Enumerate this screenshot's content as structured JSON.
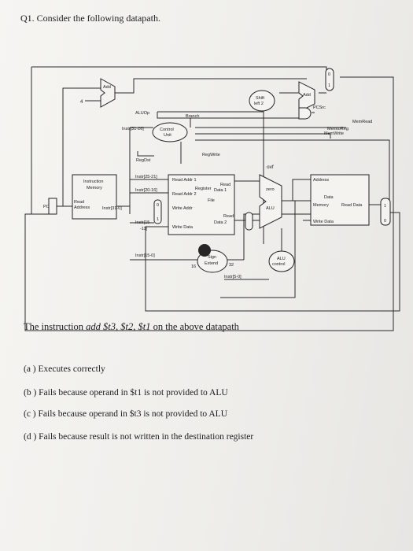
{
  "question": {
    "title": "Q1. Consider the following datapath.",
    "stem_prefix": "The instruction ",
    "instruction": "add $t3, $t2, $t1",
    "stem_suffix": " on the above datapath",
    "options": [
      "(a ) Executes correctly",
      "(b ) Fails because operand in $t1 is not provided to ALU",
      "(c ) Fails because operand in $t3 is not provided to ALU",
      "(d ) Fails because result is not written in the destination register"
    ]
  },
  "datapath": {
    "add_top": "Add",
    "four": "4",
    "add_right": "Add",
    "shift_left_1": "Shift",
    "shift_left_2": "left 2",
    "pcsrc": "PCSrc",
    "mux_top_0": "0",
    "mux_top_1": "1",
    "aluop": "ALUOp",
    "branch": "Branch",
    "memread": "MemRead",
    "memtoreg": "MemtoReg",
    "memwrite": "MemWrite",
    "instr_31_26": "Instr[31-26]",
    "control_1": "Control",
    "control_2": "Unit",
    "regwrite": "RegWrite",
    "regdst": "RegDst",
    "ovf": "ovf",
    "instr_mem_1": "Instruction",
    "instr_mem_2": "Memory",
    "pc": "PC",
    "read_addr_1": "Read",
    "read_addr_2": "Address",
    "instr_31_0": "Instr[31-0]",
    "instr_25_21": "Instr[25-21]",
    "instr_20_16": "Instr[20-16]",
    "instr_15_11a": "Instr[15",
    "instr_15_11b": "-11]",
    "rf_read_addr_1": "Read Addr 1",
    "rf_register": "Register",
    "rf_read_addr_2": "Read Addr 2",
    "rf_file": "File",
    "rf_write_addr": "Write Addr",
    "rf_write_data": "Write Data",
    "rf_read_data_1a": "Read",
    "rf_read_data_1b": "Data 1",
    "rf_read_data_2a": "Read",
    "rf_read_data_2b": "Data 2",
    "mux_rd_0": "0",
    "mux_rd_1": "1",
    "zero": "zero",
    "alu": "ALU",
    "dm_address": "Address",
    "dm_data": "Data",
    "dm_memory": "Memory",
    "dm_read_data": "Read Data",
    "dm_write_data": "Write Data",
    "mux_wb_1": "1",
    "mux_wb_0": "0",
    "instr_15_0": "Instr[15-0]",
    "sign_1": "Sign",
    "sign_2": "Extend",
    "sixteen": "16",
    "thirtytwo": "32",
    "alu_control_1": "ALU",
    "alu_control_2": "control",
    "instr_5_0": "Instr[5-0]"
  }
}
